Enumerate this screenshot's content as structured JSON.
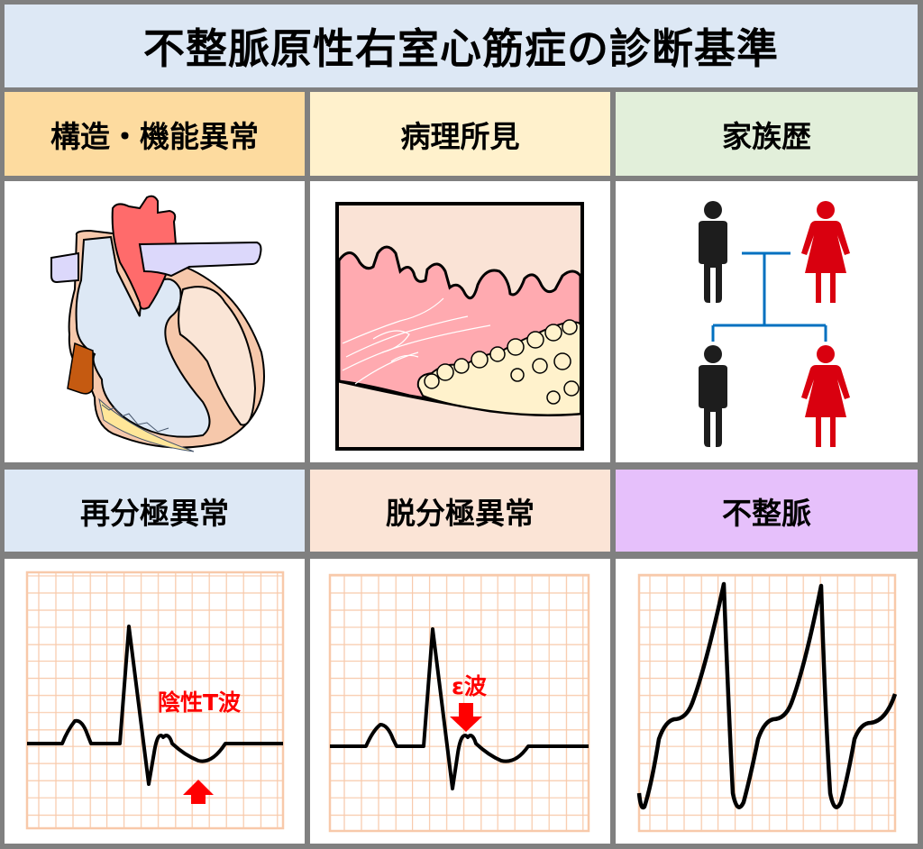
{
  "title": "不整脈原性右室心筋症の診断基準",
  "categories": [
    {
      "label": "構造・機能異常",
      "color": "#fddb9f",
      "illustration": "heart-cross-section"
    },
    {
      "label": "病理所見",
      "color": "#fff1cc",
      "illustration": "myocardium-fibrofatty-replacement"
    },
    {
      "label": "家族歴",
      "color": "#e2efda",
      "illustration": "family-tree"
    },
    {
      "label": "再分極異常",
      "color": "#dde8f5",
      "illustration": "ecg-negative-t-wave"
    },
    {
      "label": "脱分極異常",
      "color": "#fbe4d6",
      "illustration": "ecg-epsilon-wave"
    },
    {
      "label": "不整脈",
      "color": "#e6c0fb",
      "illustration": "ecg-ventricular-tachycardia"
    }
  ],
  "annotations": {
    "negative_t_wave": "陰性T波",
    "epsilon_wave": "ε波"
  },
  "colors": {
    "border": "#808080",
    "grid": "#f8c9aa",
    "annotation_red": "#ff0000",
    "male": "#1d1d1d",
    "female": "#d9000f",
    "family_line": "#0070c0"
  }
}
